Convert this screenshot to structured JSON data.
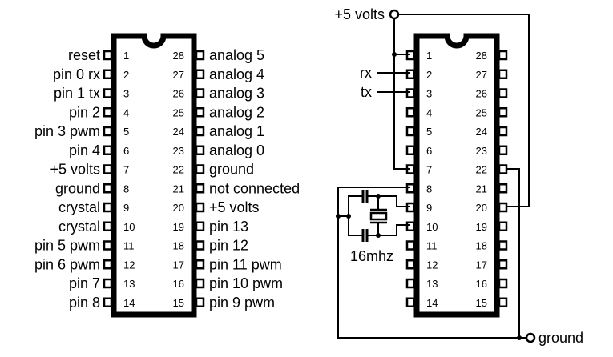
{
  "left_chip": {
    "left_labels": [
      "reset",
      "pin 0 rx",
      "pin 1 tx",
      "pin 2",
      "pin 3 pwm",
      "pin 4",
      "+5 volts",
      "ground",
      "crystal",
      "crystal",
      "pin 5 pwm",
      "pin 6 pwm",
      "pin 7",
      "pin 8"
    ],
    "right_labels": [
      "analog 5",
      "analog 4",
      "analog 3",
      "analog 2",
      "analog 1",
      "analog 0",
      "ground",
      "not connected",
      "+5 volts",
      "pin 13",
      "pin 12",
      "pin 11 pwm",
      "pin 10 pwm",
      "pin 9 pwm"
    ]
  },
  "pin_numbers_left": [
    "1",
    "2",
    "3",
    "4",
    "5",
    "6",
    "7",
    "8",
    "9",
    "10",
    "11",
    "12",
    "13",
    "14"
  ],
  "pin_numbers_right": [
    "28",
    "27",
    "26",
    "25",
    "24",
    "23",
    "22",
    "21",
    "20",
    "19",
    "18",
    "17",
    "16",
    "15"
  ],
  "circuit": {
    "power_label": "+5 volts",
    "ground_label": "ground",
    "rx_label": "rx",
    "tx_label": "tx",
    "crystal_label": "16mhz"
  }
}
